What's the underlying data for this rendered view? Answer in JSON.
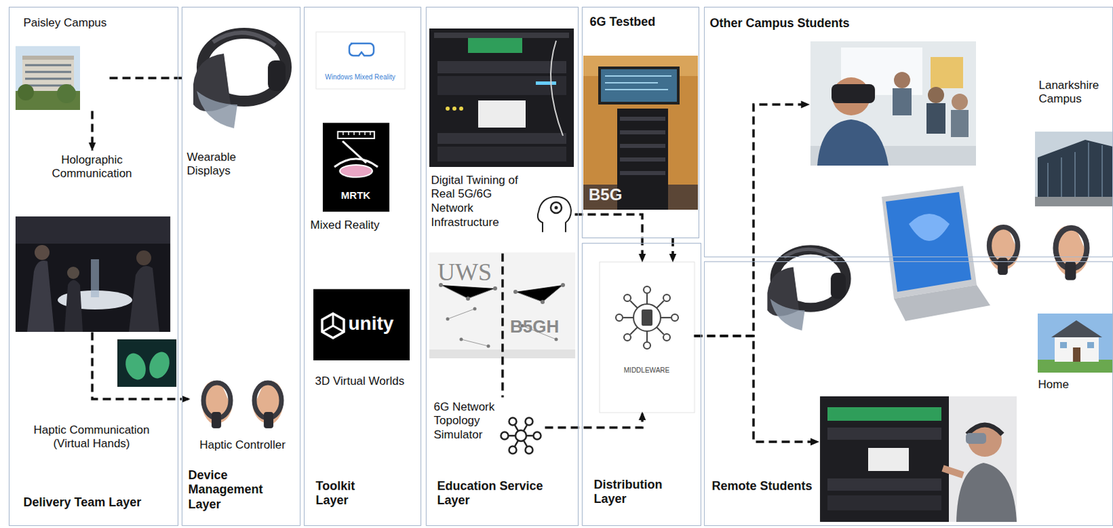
{
  "diagram": {
    "nodes": [
      {
        "text": [
          "Delivery Team Layer"
        ]
      },
      {
        "text": [
          "Paisley Campus"
        ],
        "in": 0
      },
      {
        "text": [
          "Holographic Communication"
        ],
        "in": 0
      },
      {
        "text": [
          "Haptic Communication (Virtual Hands)"
        ],
        "in": 0
      },
      {
        "text": [
          "Device Management Layer"
        ]
      },
      {
        "text": [
          "Wearable Displays"
        ],
        "in": 4
      },
      {
        "text": [
          "Haptic Controller"
        ],
        "in": 4
      },
      {
        "text": [
          "Toolkit Layer"
        ]
      },
      {
        "text": [
          "Windows Mixed Reality"
        ],
        "in": 7
      },
      {
        "text": [
          "MRTK",
          "Mixed Reality"
        ],
        "in": 7
      },
      {
        "text": [
          "unity",
          "3D Virtual Worlds"
        ],
        "in": 7
      },
      {
        "text": [
          "Education Service Layer"
        ]
      },
      {
        "text": [
          "Digital Twining of Real 5G/6G Network Infrastructure"
        ],
        "in": 11
      },
      {
        "text": [
          "6G Network Topology Simulator"
        ],
        "in": 11
      },
      {
        "text": [
          "6G Testbed"
        ]
      },
      {
        "text": [
          "Distribution Layer"
        ]
      },
      {
        "text": [
          "MIDDLEWARE"
        ],
        "in": 15
      },
      {
        "text": [
          "Other Campus Students"
        ]
      },
      {
        "text": [
          "Lanarkshire Campus"
        ],
        "in": 17
      },
      {
        "text": [
          "Remote Students"
        ]
      },
      {
        "text": [
          "Home"
        ],
        "in": 19
      }
    ],
    "edges": [
      {
        "from": 1,
        "to": 2,
        "arrow": "to"
      },
      {
        "from": 1,
        "to": 5,
        "arrow": "none"
      },
      {
        "from": 2,
        "to": 6,
        "arrow": "to"
      },
      {
        "from": 12,
        "to": 13,
        "arrow": "none"
      },
      {
        "from": 12,
        "to": 16,
        "arrow": "to"
      },
      {
        "from": 14,
        "to": 16,
        "arrow": "to"
      },
      {
        "from": 13,
        "to": 16,
        "arrow": "to"
      },
      {
        "from": 16,
        "to": 17,
        "arrow": "to"
      },
      {
        "from": 16,
        "to": 19,
        "arrow": "to"
      }
    ],
    "labels": [
      "UWS",
      "B5GH",
      "B5G"
    ]
  }
}
